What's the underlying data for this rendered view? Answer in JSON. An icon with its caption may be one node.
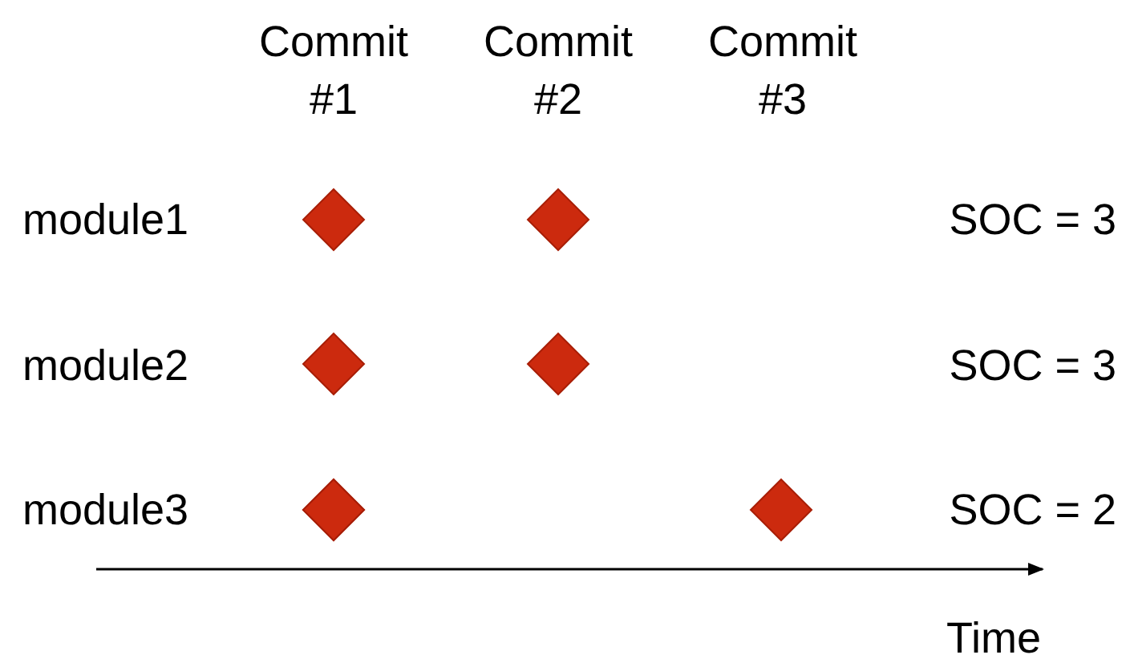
{
  "diagram": {
    "nodes": [
      {
        "text": [],
        "shape": "diamond"
      },
      {
        "text": [],
        "shape": "diamond"
      },
      {
        "text": [],
        "shape": "diamond"
      },
      {
        "text": [],
        "shape": "diamond"
      },
      {
        "text": [],
        "shape": "diamond"
      },
      {
        "text": [],
        "shape": "diamond"
      },
      {
        "text": [],
        "shape": "diamond"
      }
    ],
    "labels": [
      "Commit #1",
      "Commit #2",
      "Commit #3",
      "module1",
      "SOC = 3",
      "module2",
      "SOC = 3",
      "module3",
      "SOC = 2",
      "Time"
    ]
  }
}
